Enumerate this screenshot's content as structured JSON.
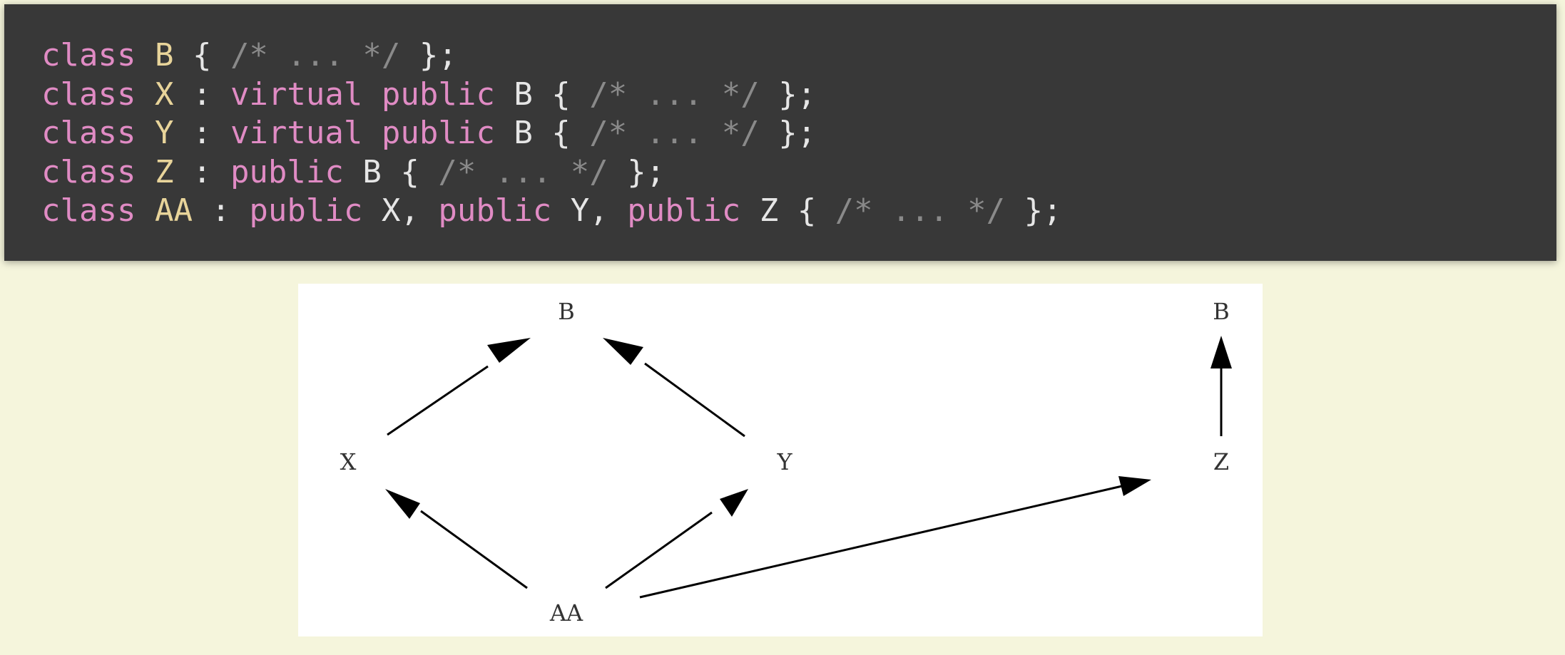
{
  "code": {
    "lines": [
      [
        {
          "t": "class",
          "k": "kw"
        },
        {
          "t": " ",
          "k": "pn"
        },
        {
          "t": "B",
          "k": "cls"
        },
        {
          "t": " { ",
          "k": "pn"
        },
        {
          "t": "/* ... */",
          "k": "cm"
        },
        {
          "t": " };",
          "k": "pn"
        }
      ],
      [
        {
          "t": "class",
          "k": "kw"
        },
        {
          "t": " ",
          "k": "pn"
        },
        {
          "t": "X",
          "k": "cls"
        },
        {
          "t": " : ",
          "k": "pn"
        },
        {
          "t": "virtual",
          "k": "kw"
        },
        {
          "t": " ",
          "k": "pn"
        },
        {
          "t": "public",
          "k": "kw"
        },
        {
          "t": " B { ",
          "k": "id"
        },
        {
          "t": "/* ... */",
          "k": "cm"
        },
        {
          "t": " };",
          "k": "pn"
        }
      ],
      [
        {
          "t": "class",
          "k": "kw"
        },
        {
          "t": " ",
          "k": "pn"
        },
        {
          "t": "Y",
          "k": "cls"
        },
        {
          "t": " : ",
          "k": "pn"
        },
        {
          "t": "virtual",
          "k": "kw"
        },
        {
          "t": " ",
          "k": "pn"
        },
        {
          "t": "public",
          "k": "kw"
        },
        {
          "t": " B { ",
          "k": "id"
        },
        {
          "t": "/* ... */",
          "k": "cm"
        },
        {
          "t": " };",
          "k": "pn"
        }
      ],
      [
        {
          "t": "class",
          "k": "kw"
        },
        {
          "t": " ",
          "k": "pn"
        },
        {
          "t": "Z",
          "k": "cls"
        },
        {
          "t": " : ",
          "k": "pn"
        },
        {
          "t": "public",
          "k": "kw"
        },
        {
          "t": " B { ",
          "k": "id"
        },
        {
          "t": "/* ... */",
          "k": "cm"
        },
        {
          "t": " };",
          "k": "pn"
        }
      ],
      [
        {
          "t": "class",
          "k": "kw"
        },
        {
          "t": " ",
          "k": "pn"
        },
        {
          "t": "AA",
          "k": "cls"
        },
        {
          "t": " : ",
          "k": "pn"
        },
        {
          "t": "public",
          "k": "kw"
        },
        {
          "t": " X, ",
          "k": "id"
        },
        {
          "t": "public",
          "k": "kw"
        },
        {
          "t": " Y, ",
          "k": "id"
        },
        {
          "t": "public",
          "k": "kw"
        },
        {
          "t": " Z { ",
          "k": "id"
        },
        {
          "t": "/* ... */",
          "k": "cm"
        },
        {
          "t": " };",
          "k": "pn"
        }
      ]
    ]
  },
  "diagram": {
    "nodes": {
      "b_virtual": "B",
      "x": "X",
      "y": "Y",
      "z": "Z",
      "b_nonvirtual": "B",
      "aa": "AA"
    }
  },
  "colors": {
    "page_background": "#f5f5dc",
    "code_background": "#383838",
    "keyword": "#e08bc4",
    "class_name": "#e8d49a",
    "identifier": "#e6e6e6",
    "comment": "#8a8a8a",
    "diagram_background": "#ffffff",
    "arrow": "#000000"
  }
}
